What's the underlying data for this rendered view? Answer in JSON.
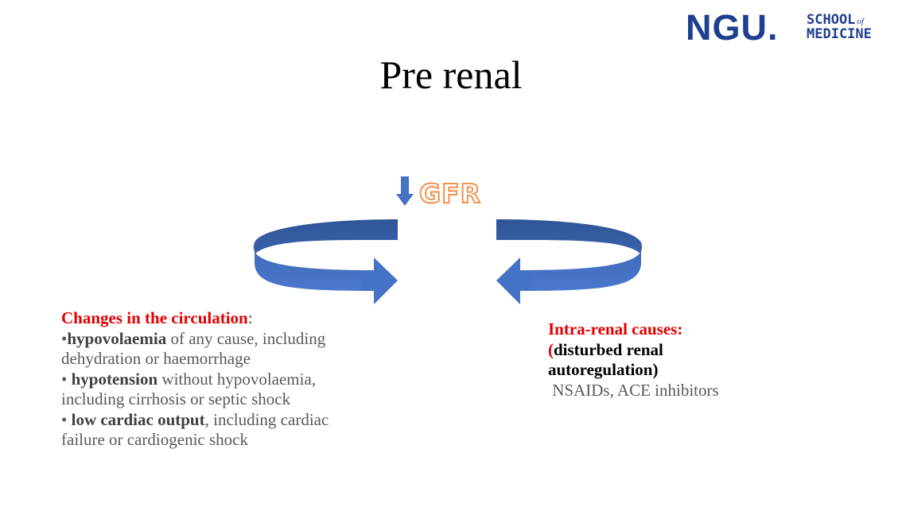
{
  "logo": {
    "main": "NGU.",
    "line1": "SCHOOL",
    "of": "of",
    "line2": "MEDICINE",
    "color": "#1f3f8f"
  },
  "title": "Pre renal",
  "center": {
    "label": "GFR",
    "arrow_icon": "down-arrow-icon"
  },
  "left": {
    "heading": "Changes in the circulation",
    "heading_suffix": ":",
    "items": [
      {
        "bullet": "•",
        "bold": "hypovolaemia",
        "text_line1": " of any cause, including",
        "text_line2": "dehydration or haemorrhage"
      },
      {
        "bullet": "• ",
        "bold": "hypotension",
        "text_line1": " without hypovolaemia,",
        "text_line2": "including cirrhosis or septic shock"
      },
      {
        "bullet": "• ",
        "bold": "low cardiac output",
        "text_line1": ", including cardiac",
        "text_line2": "failure or cardiogenic shock"
      }
    ]
  },
  "right": {
    "heading": "Intra-renal causes:",
    "paren_open": "(",
    "sub_line1": "disturbed renal",
    "sub_line2": "autoregulation)",
    "detail": " NSAIDs, ACE inhibitors"
  },
  "colors": {
    "arrow_blue": "#4472c4",
    "arrow_dark": "#2f5597",
    "red": "#e00000",
    "gfr_orange": "#f1924a"
  }
}
